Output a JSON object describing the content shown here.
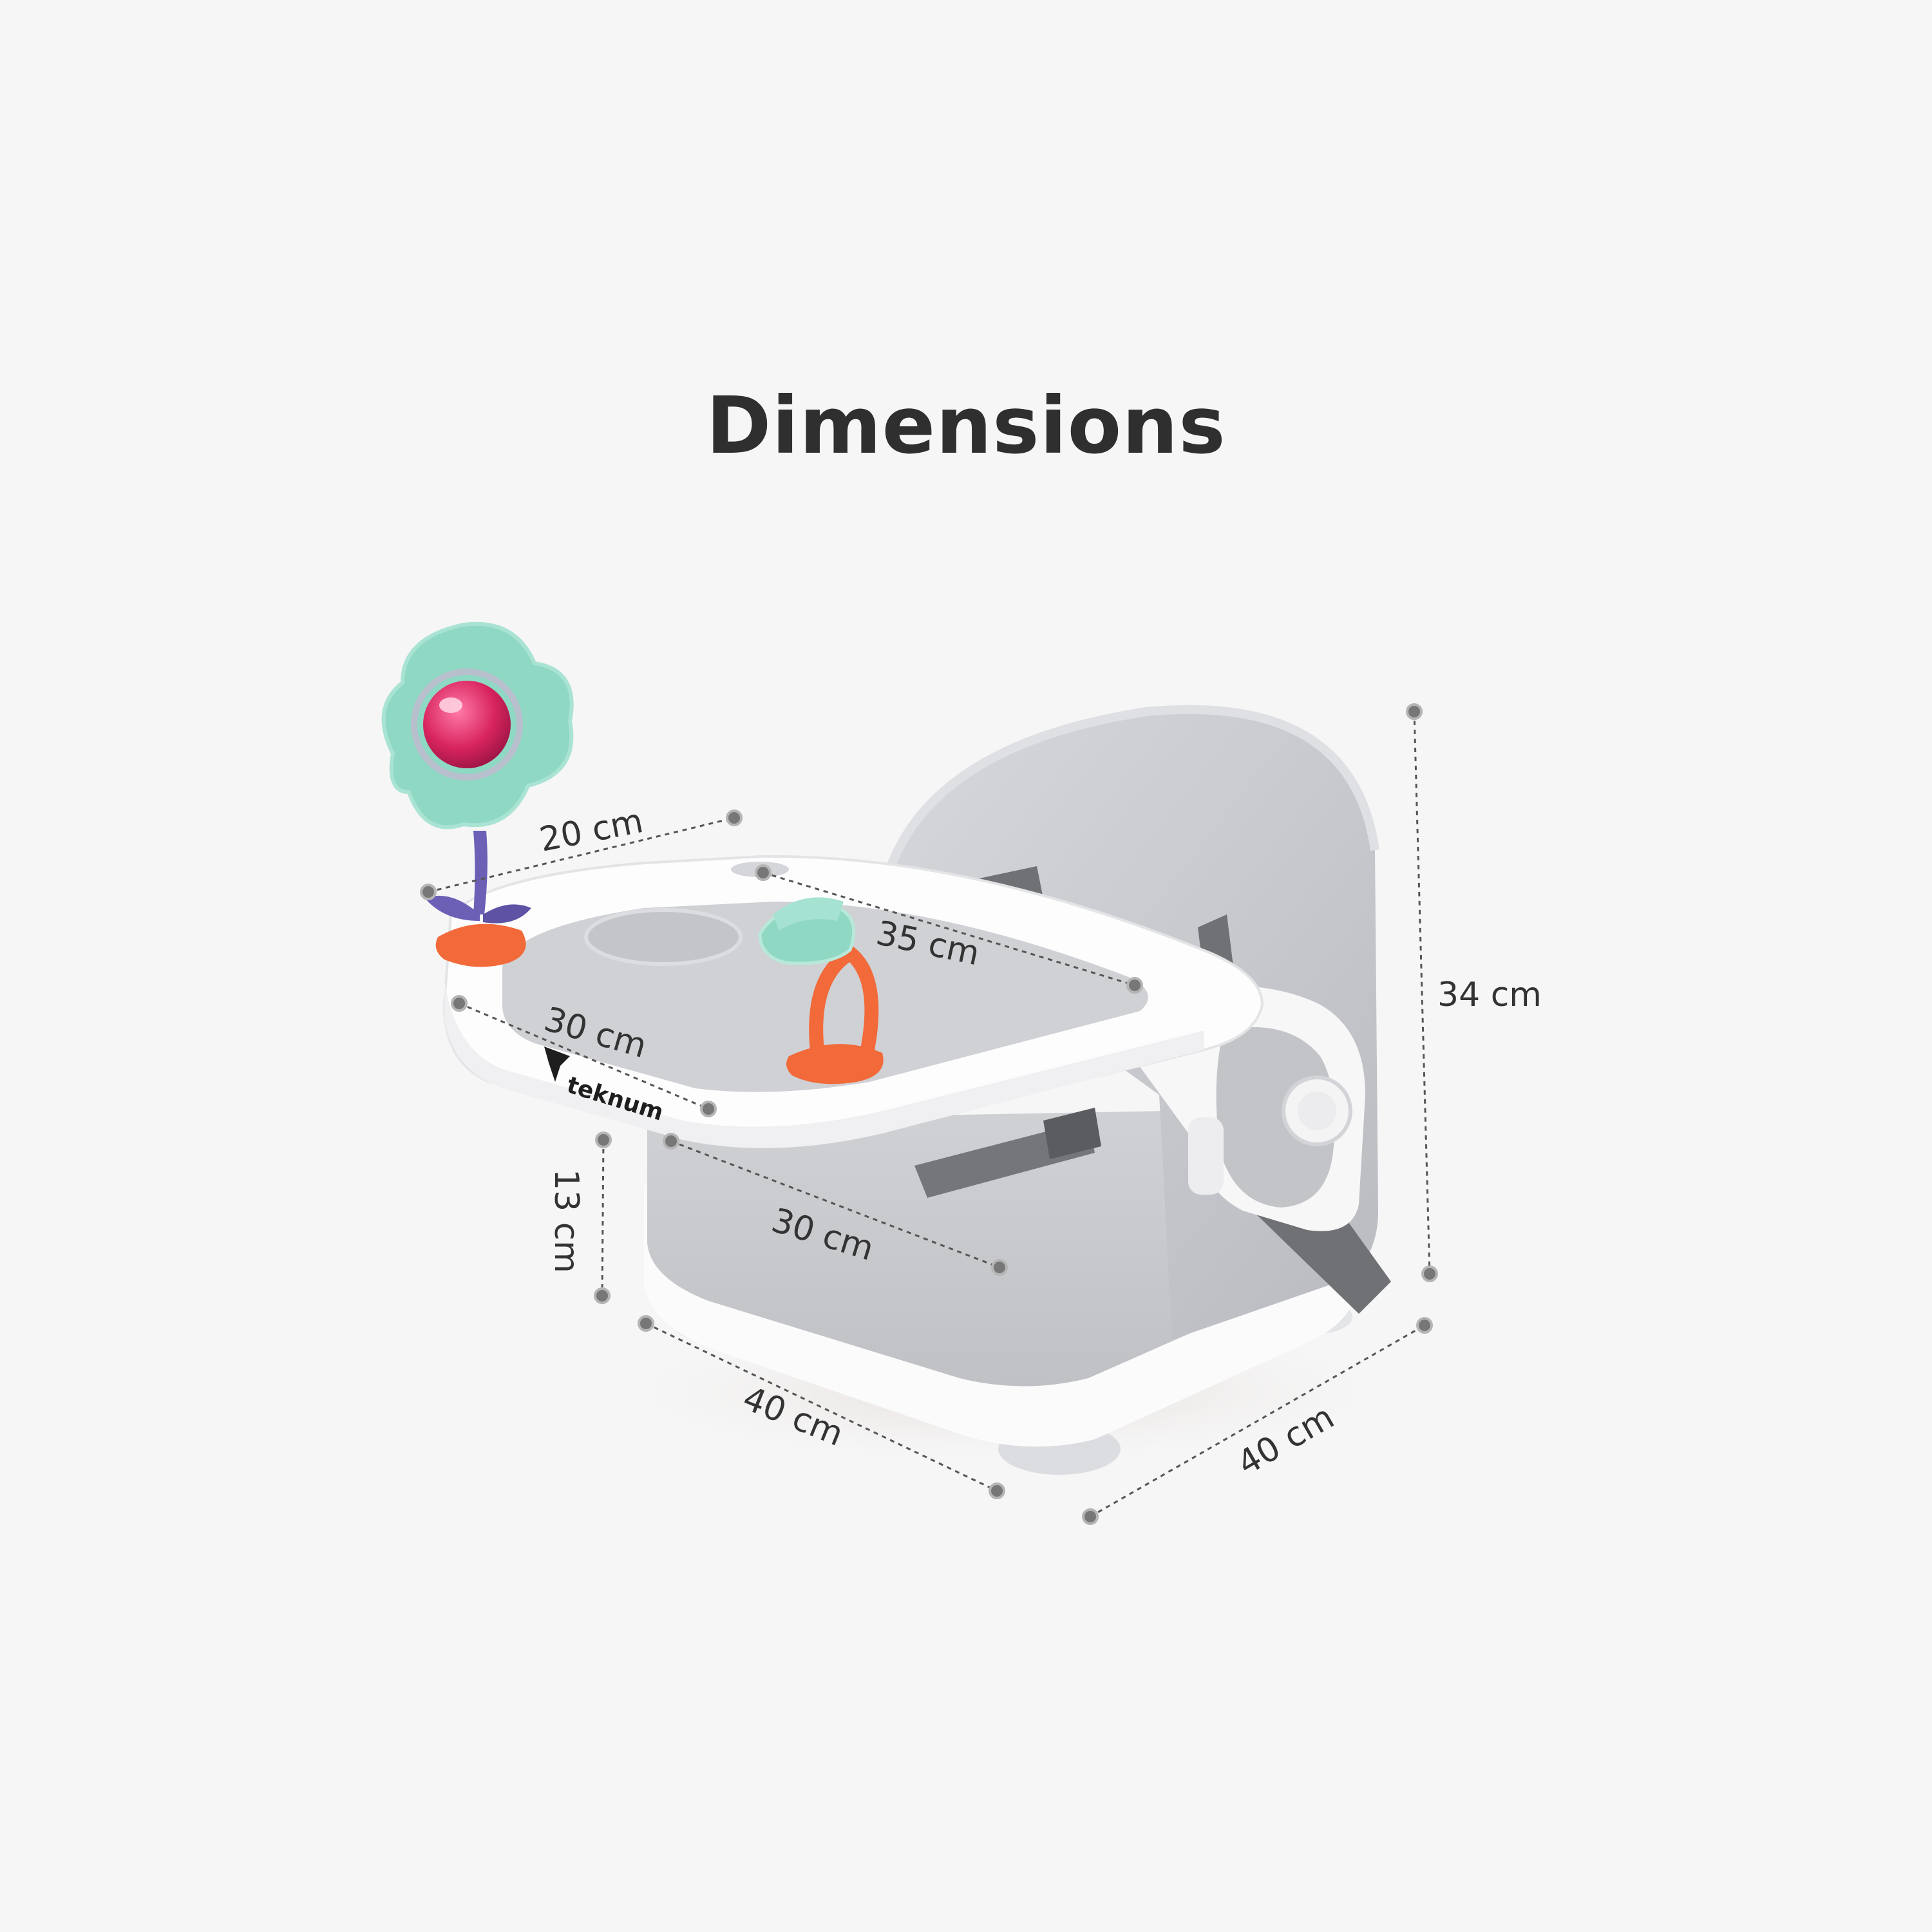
{
  "title": "Dimensions",
  "brand": "teknum",
  "measurements": {
    "tray_depth": "20 cm",
    "tray_width": "35 cm",
    "tray_front": "30 cm",
    "seat_depth": "30 cm",
    "seat_height": "13 cm",
    "total_height": "34 cm",
    "base_left": "40 cm",
    "base_right": "40 cm"
  },
  "colors": {
    "background": "#f6f6f6",
    "shell_grey": "#c9cbcf",
    "frame_white": "#ffffff",
    "strap_grey": "#6f7174",
    "toy_mint": "#8fd8c4",
    "toy_pink": "#d8245e",
    "toy_purple": "#6b5fb6",
    "toy_orange": "#f26a3a"
  }
}
